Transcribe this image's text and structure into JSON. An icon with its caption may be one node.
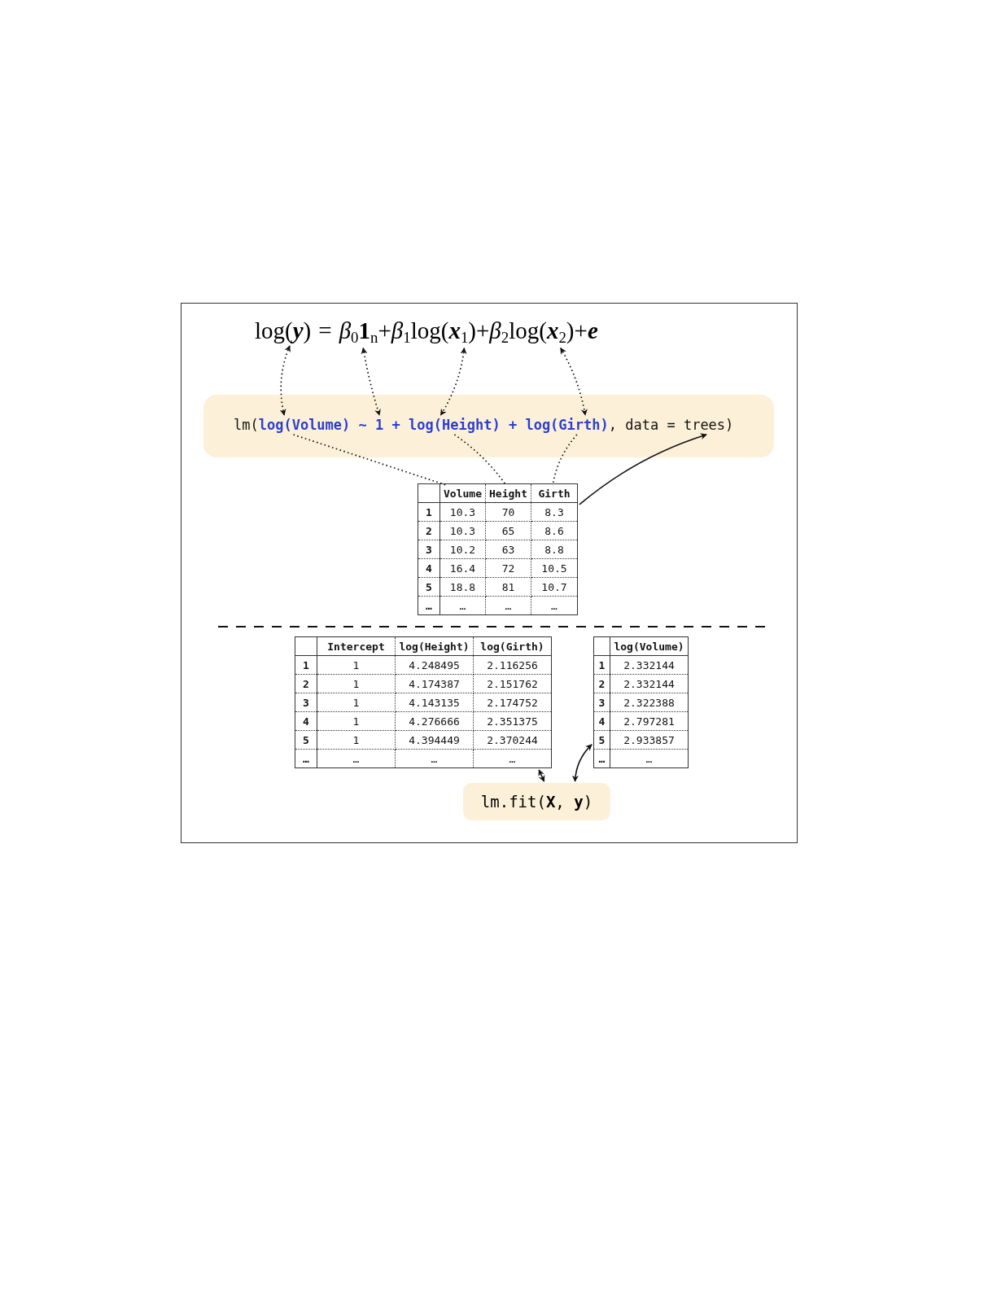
{
  "diagram": {
    "nodes": [
      {
        "text": [
          "log(**y**)"
        ]
      },
      {
        "text": [
          "*β*$_{0}$**1**$_{n}$"
        ]
      },
      {
        "text": [
          "*β*$_{1}$log(**x**$_{1}$)"
        ]
      },
      {
        "text": [
          "*β*$_{2}$log(**x**$_{2}$)"
        ]
      },
      {
        "text": [],
        "shape": "box"
      },
      {
        "text": [
          "log(Volume)"
        ],
        "in": 4
      },
      {
        "text": [
          "1"
        ],
        "in": 4
      },
      {
        "text": [
          "log(Height)"
        ],
        "in": 4
      },
      {
        "text": [
          "log(Girth)"
        ],
        "in": 4
      },
      {
        "text": [
          "trees"
        ],
        "in": 4
      },
      {
        "text": [],
        "shape": "box"
      },
      {
        "text": [
          "Volume"
        ],
        "in": 10
      },
      {
        "text": [
          "Height"
        ],
        "in": 10
      },
      {
        "text": [
          "Girth"
        ],
        "in": 10
      },
      {
        "text": [],
        "shape": "box"
      },
      {
        "text": [],
        "shape": "box"
      },
      {
        "text": [
          "lm.fit(**X**, **y**)"
        ]
      }
    ],
    "edges": [
      {
        "from": 0,
        "to": 5,
        "arrow": "both",
        "style": "dashed"
      },
      {
        "from": 1,
        "to": 6,
        "arrow": "both",
        "style": "dashed"
      },
      {
        "from": 2,
        "to": 7,
        "arrow": "both",
        "style": "dashed"
      },
      {
        "from": 3,
        "to": 8,
        "arrow": "both",
        "style": "dashed"
      },
      {
        "from": 5,
        "to": 11,
        "arrow": "none",
        "style": "dashed"
      },
      {
        "from": 7,
        "to": 12,
        "arrow": "none",
        "style": "dashed"
      },
      {
        "from": 8,
        "to": 13,
        "arrow": "none",
        "style": "dashed"
      },
      {
        "from": 10,
        "to": 9,
        "arrow": "to"
      },
      {
        "from": 16,
        "to": 14,
        "arrow": "both"
      },
      {
        "from": 16,
        "to": 15,
        "arrow": "both"
      }
    ],
    "labels": [
      "=",
      "+",
      "+",
      "+**e**",
      "lm(",
      "~",
      "+",
      "+",
      ", data =",
      ")",
      "1",
      "10.3",
      "70",
      "8.3",
      "2",
      "10.3",
      "65",
      "8.6",
      "3",
      "10.2",
      "63",
      "8.8",
      "4",
      "16.4",
      "72",
      "10.5",
      "5",
      "18.8",
      "81",
      "10.7",
      "…",
      "…",
      "…",
      "…",
      "Intercept",
      "log(Height)",
      "log(Girth)",
      "1",
      "1",
      "4.248495",
      "2.116256",
      "2",
      "1",
      "4.174387",
      "2.151762",
      "3",
      "1",
      "4.143135",
      "2.174752",
      "4",
      "1",
      "4.276666",
      "2.351375",
      "5",
      "1",
      "4.394449",
      "2.370244",
      "…",
      "…",
      "…",
      "…",
      "log(Volume)",
      "1",
      "2.332144",
      "2",
      "2.332144",
      "3",
      "2.322388",
      "4",
      "2.797281",
      "5",
      "2.933857",
      "…",
      "…"
    ]
  }
}
